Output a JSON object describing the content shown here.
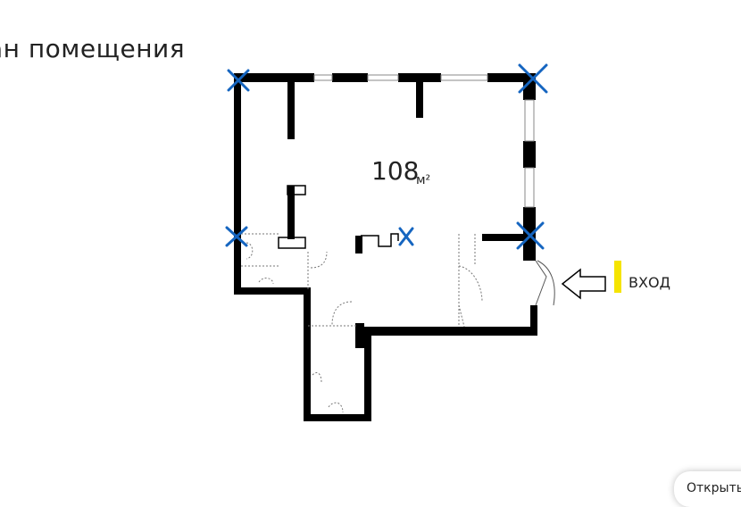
{
  "title": "ан помещения",
  "plan": {
    "area_value": "108",
    "area_unit": "м²",
    "entrance_label": "ВХОД",
    "wall_color": "#000000",
    "mark_color": "#1565c0",
    "entrance_marker_color": "#f5e400",
    "marks": [
      "cross-mark",
      "cross-mark",
      "cross-mark",
      "cross-mark",
      "cross-mark",
      "cross-mark"
    ]
  },
  "open_button": {
    "label": "Открыты"
  }
}
